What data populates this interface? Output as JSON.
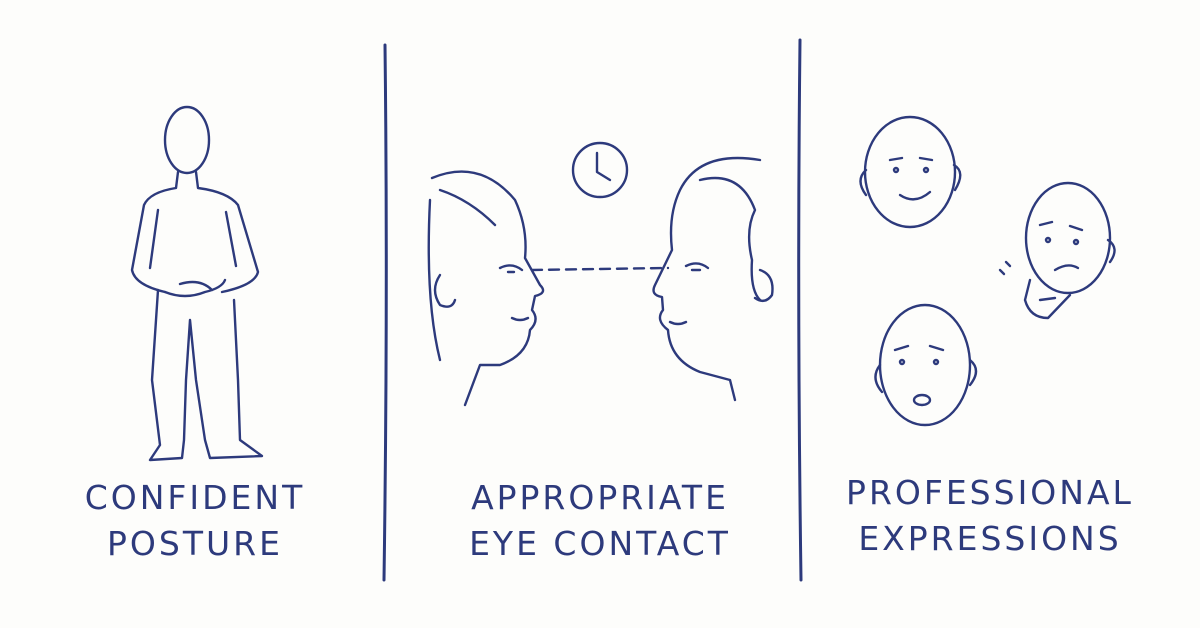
{
  "ink_color": "#2d3a7c",
  "background_color": "#fdfdfb",
  "panels": [
    {
      "line1": "CONFIDENT",
      "line2": "POSTURE",
      "illustration": "standing-person"
    },
    {
      "line1": "APPROPRIATE",
      "line2": "EYE CONTACT",
      "illustration": "two-faces-eye-contact-with-clock"
    },
    {
      "line1": "PROFESSIONAL",
      "line2": "EXPRESSIONS",
      "illustration": "three-expressive-heads"
    }
  ]
}
